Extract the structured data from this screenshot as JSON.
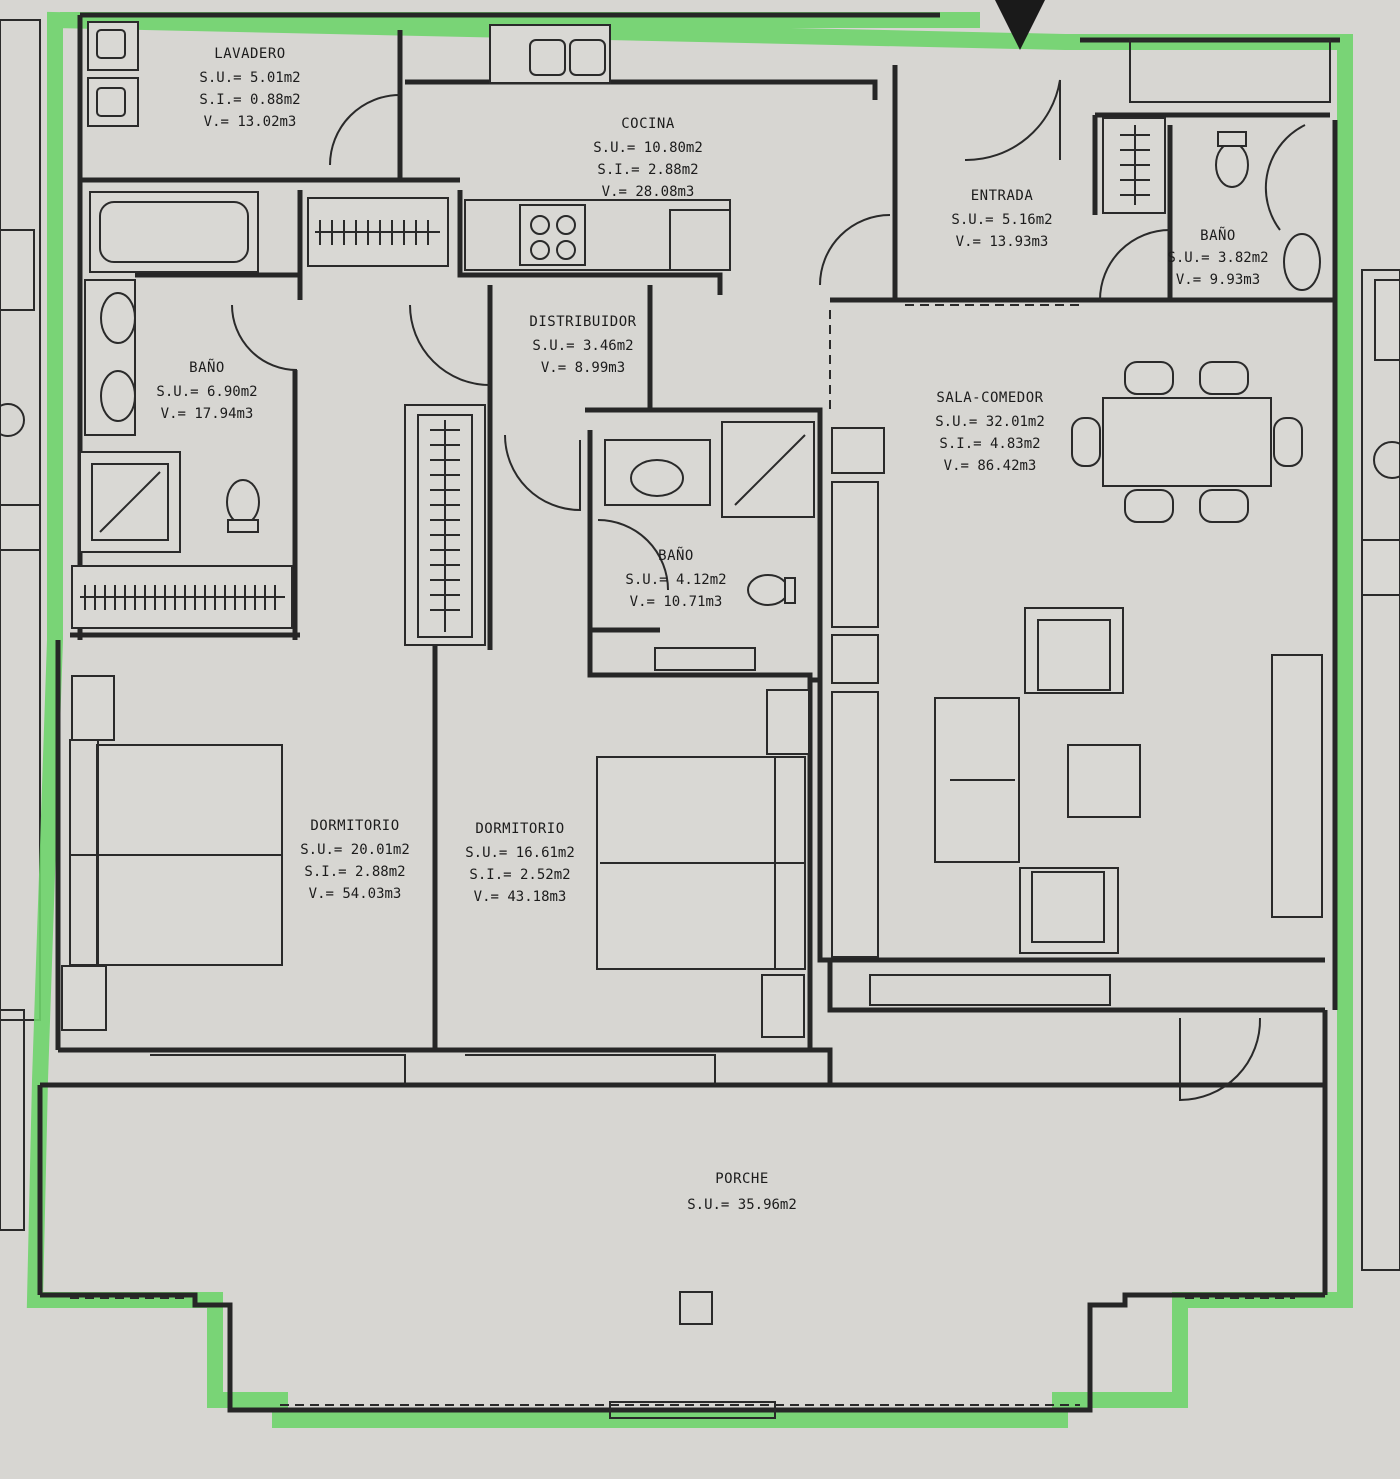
{
  "plan": {
    "rooms": [
      {
        "id": "lavadero",
        "name": "LAVADERO",
        "lines": [
          "S.U.= 5.01m2",
          "S.I.= 0.88m2",
          "V.= 13.02m3"
        ]
      },
      {
        "id": "cocina",
        "name": "COCINA",
        "lines": [
          "S.U.= 10.80m2",
          "S.I.= 2.88m2",
          "V.= 28.08m3"
        ]
      },
      {
        "id": "entrada",
        "name": "ENTRADA",
        "lines": [
          "S.U.= 5.16m2",
          "V.= 13.93m3"
        ]
      },
      {
        "id": "bano-entrada",
        "name": "BAÑO",
        "lines": [
          "S.U.= 3.82m2",
          "V.= 9.93m3"
        ]
      },
      {
        "id": "distribuidor",
        "name": "DISTRIBUIDOR",
        "lines": [
          "S.U.= 3.46m2",
          "V.= 8.99m3"
        ]
      },
      {
        "id": "bano-principal",
        "name": "BAÑO",
        "lines": [
          "S.U.= 6.90m2",
          "V.= 17.94m3"
        ]
      },
      {
        "id": "sala-comedor",
        "name": "SALA-COMEDOR",
        "lines": [
          "S.U.= 32.01m2",
          "S.I.= 4.83m2",
          "V.= 86.42m3"
        ]
      },
      {
        "id": "bano-central",
        "name": "BAÑO",
        "lines": [
          "S.U.= 4.12m2",
          "V.= 10.71m3"
        ]
      },
      {
        "id": "dormitorio-1",
        "name": "DORMITORIO",
        "lines": [
          "S.U.= 20.01m2",
          "S.I.= 2.88m2",
          "V.= 54.03m3"
        ]
      },
      {
        "id": "dormitorio-2",
        "name": "DORMITORIO",
        "lines": [
          "S.U.= 16.61m2",
          "S.I.= 2.52m2",
          "V.= 43.18m3"
        ]
      },
      {
        "id": "porche",
        "name": "PORCHE",
        "lines": [
          "S.U.= 35.96m2"
        ]
      }
    ],
    "colors": {
      "paper": "#d7d6d2",
      "ink": "#262626",
      "outline_highlight": "#6fd46b"
    },
    "icons": [
      "entrance-arrow-icon",
      "bathtub-icon",
      "toilet-icon",
      "sink-icon",
      "shower-icon",
      "stove-icon",
      "bed-icon",
      "dining-table-icon",
      "sofa-icon",
      "wardrobe-icon",
      "door-swing-icon"
    ]
  }
}
